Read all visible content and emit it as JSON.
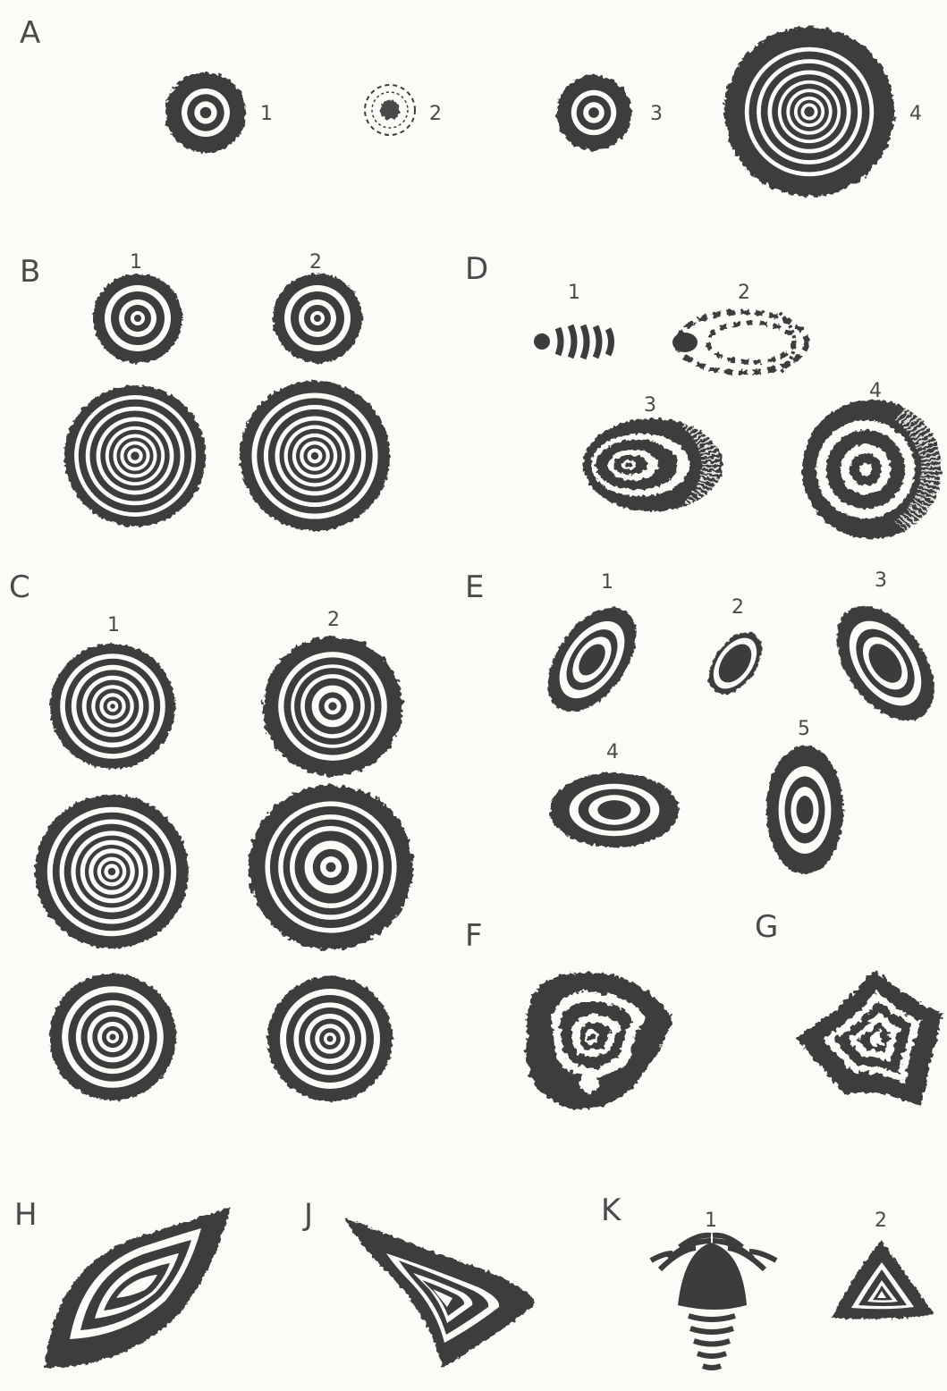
{
  "panels": {
    "A": {
      "label": "A",
      "items": [
        "1",
        "2",
        "3",
        "4"
      ]
    },
    "B": {
      "label": "B",
      "items": [
        "1",
        "2"
      ]
    },
    "C": {
      "label": "C",
      "items": [
        "1",
        "2"
      ]
    },
    "D": {
      "label": "D",
      "items": [
        "1",
        "2",
        "3",
        "4"
      ]
    },
    "E": {
      "label": "E",
      "items": [
        "1",
        "2",
        "3",
        "4",
        "5"
      ]
    },
    "F": {
      "label": "F"
    },
    "G": {
      "label": "G"
    },
    "H": {
      "label": "H"
    },
    "J": {
      "label": "J"
    },
    "K": {
      "label": "K",
      "items": [
        "1",
        "2"
      ]
    }
  },
  "colors": {
    "ink": "#3c3c3c",
    "paper": "#fbfbf8",
    "text": "#4a4a4a"
  }
}
